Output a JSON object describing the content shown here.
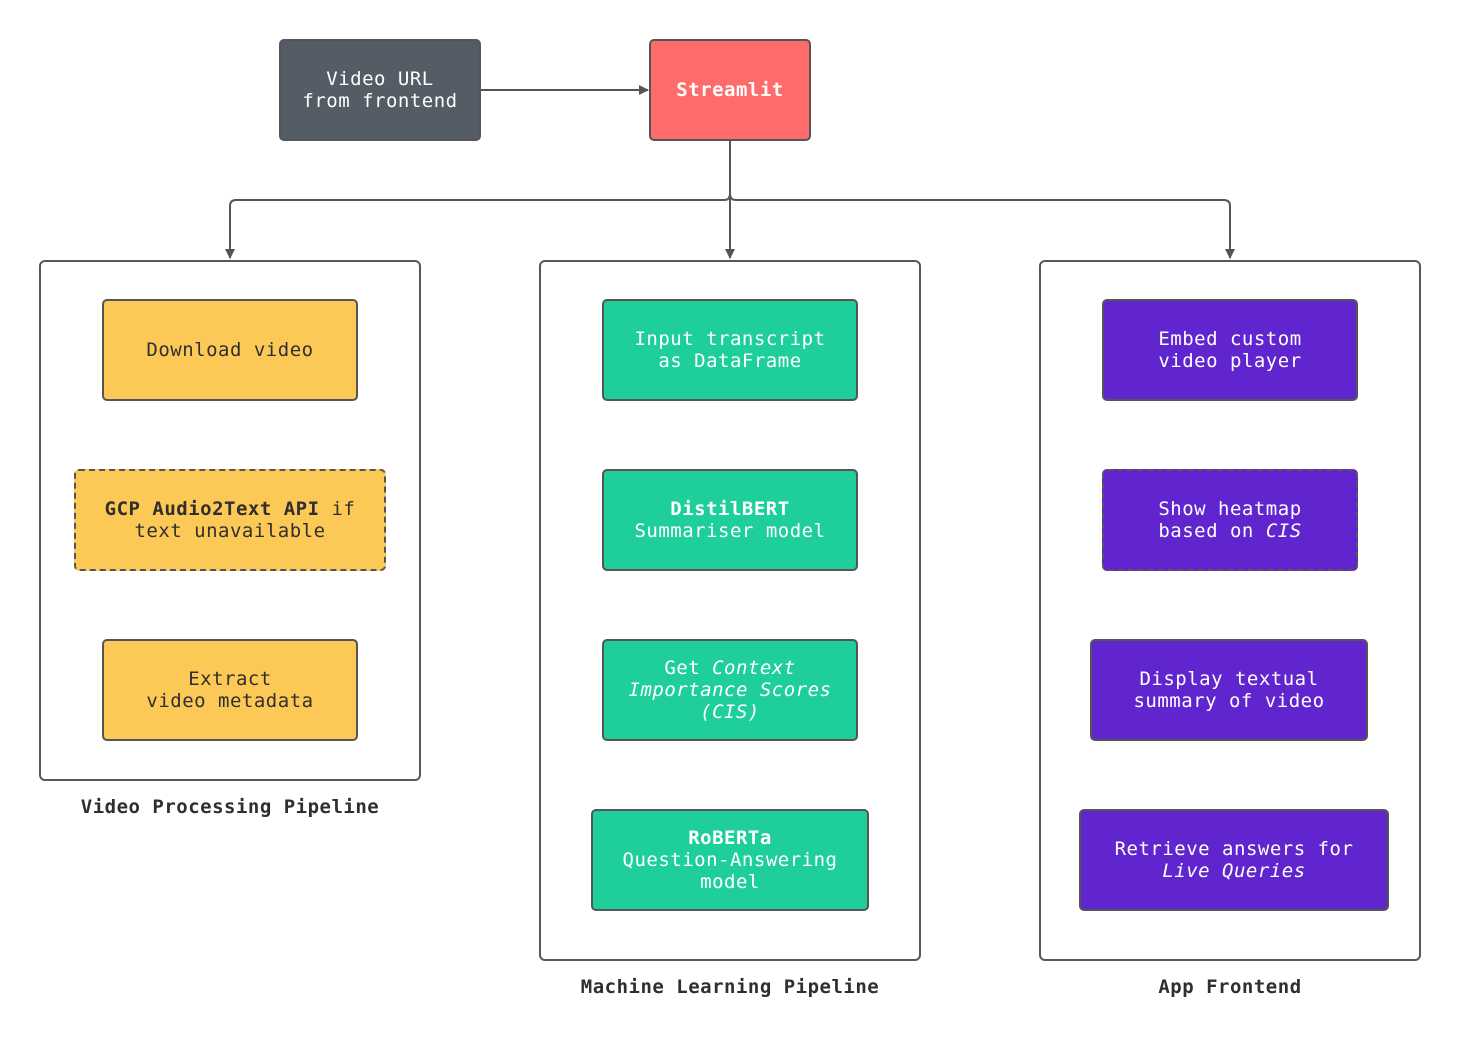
{
  "nodes": {
    "source": {
      "line1": "Video URL",
      "line2": "from frontend"
    },
    "streamlit": {
      "label": "Streamlit"
    },
    "download": {
      "label": "Download video"
    },
    "gcp": {
      "bold": "GCP Audio2Text API",
      "rest": " if",
      "line2": "text unavailable"
    },
    "extract": {
      "line1": "Extract",
      "line2": "video metadata"
    },
    "input": {
      "line1": "Input transcript",
      "line2": "as DataFrame"
    },
    "distil": {
      "bold": "DistilBERT",
      "line2": "Summariser model"
    },
    "cis": {
      "prefix": "Get ",
      "ital1": "Context",
      "line2": "Importance Scores",
      "line3": "(CIS)"
    },
    "roberta": {
      "bold": "RoBERTa",
      "line2": "Question-Answering",
      "line3": "model"
    },
    "embed": {
      "line1": "Embed custom",
      "line2": "video player"
    },
    "heatmap": {
      "line1": "Show heatmap",
      "prefix2": "based on ",
      "ital2": "CIS"
    },
    "summary": {
      "line1": "Display textual",
      "line2": "summary of video"
    },
    "answers": {
      "line1": "Retrieve answers for",
      "ital2": "Live Queries"
    }
  },
  "groups": {
    "video": {
      "label": "Video Processing Pipeline"
    },
    "ml": {
      "label": "Machine Learning Pipeline"
    },
    "frontend": {
      "label": "App Frontend"
    }
  },
  "colors": {
    "dark": "#545c66",
    "red": "#ff6a6a",
    "yellow": "#fdc956",
    "green": "#1ecf9c",
    "purple": "#6025cf",
    "stroke": "#555555"
  }
}
